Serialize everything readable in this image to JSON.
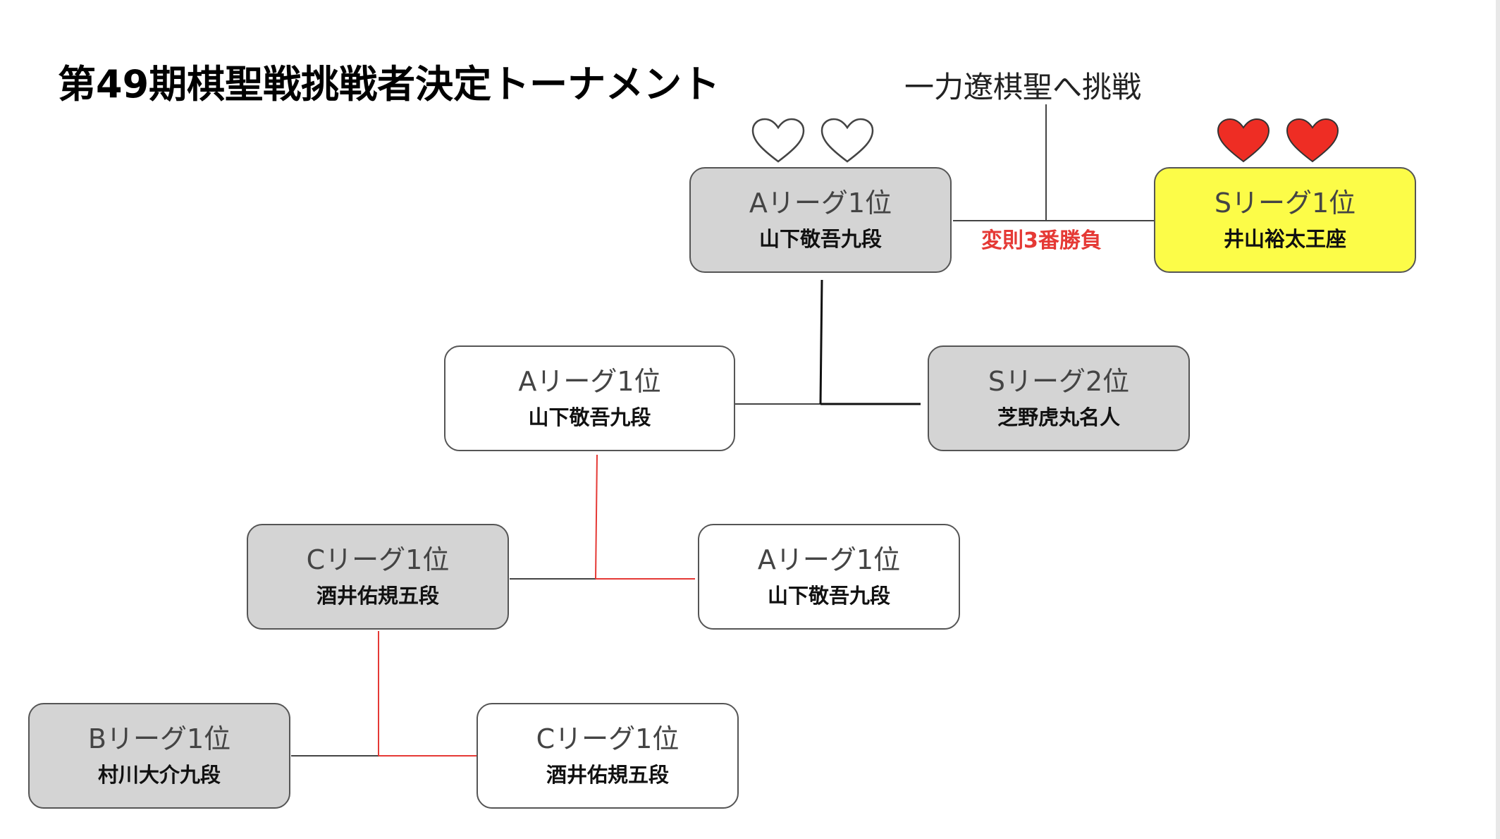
{
  "title": "第49期棋聖戦挑戦者決定トーナメント",
  "challenge_label": "一力遼棋聖へ挑戦",
  "final_match_note": "変則3番勝負",
  "colors": {
    "win_line": "#e53935",
    "normal_line": "#444444",
    "grey_box": "#d4d4d4",
    "yellow_box": "#fcfc48",
    "heart_filled": "#ee2d24"
  },
  "boxes": {
    "r1_left": {
      "league": "Bリーグ1位",
      "player": "村川大介九段"
    },
    "r1_right": {
      "league": "Cリーグ1位",
      "player": "酒井佑規五段"
    },
    "r2_left": {
      "league": "Cリーグ1位",
      "player": "酒井佑規五段"
    },
    "r2_right": {
      "league": "Aリーグ1位",
      "player": "山下敬吾九段"
    },
    "r3_left": {
      "league": "Aリーグ1位",
      "player": "山下敬吾九段"
    },
    "r3_right": {
      "league": "Sリーグ2位",
      "player": "芝野虎丸名人"
    },
    "final_left": {
      "league": "Aリーグ1位",
      "player": "山下敬吾九段"
    },
    "final_right": {
      "league": "Sリーグ1位",
      "player": "井山裕太王座"
    }
  },
  "hearts": {
    "final_left": [
      "heart-outline-icon",
      "heart-outline-icon"
    ],
    "final_right": [
      "heart-filled-icon",
      "heart-filled-icon"
    ]
  }
}
